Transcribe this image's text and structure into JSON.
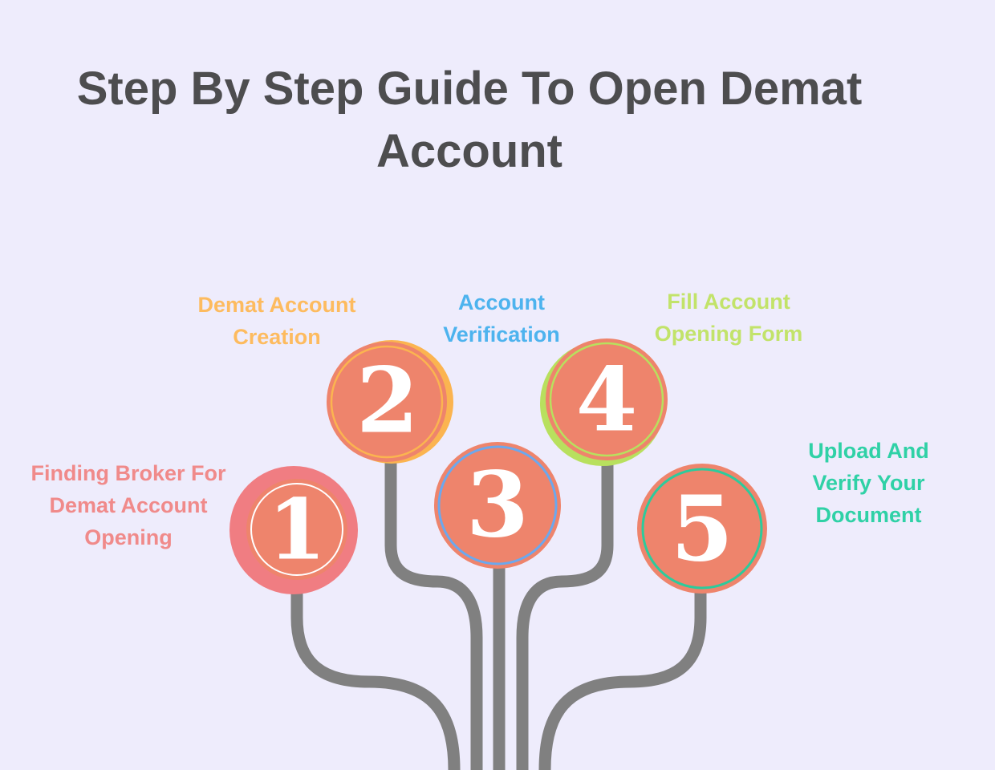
{
  "title": "Step By Step Guide To Open Demat Account",
  "colors": {
    "background": "#EEECFC",
    "title": "#4D4D4F",
    "circle_fill": "#EE846C",
    "stem": "#808080"
  },
  "steps": [
    {
      "number": "1",
      "label": "Finding Broker For Demat Account Opening",
      "color": "#F08A8A",
      "ring_color": "#F07D82"
    },
    {
      "number": "2",
      "label": "Demat Account Creation",
      "color": "#FDBB5F",
      "ring_color": "#FBB450"
    },
    {
      "number": "3",
      "label": "Account Verification",
      "color": "#4DB3EE",
      "ring_color": "#6BA8EE"
    },
    {
      "number": "4",
      "label": "Fill Account Opening Form",
      "color": "#C2E36A",
      "ring_color": "#B8E05E"
    },
    {
      "number": "5",
      "label": "Upload And Verify Your Document",
      "color": "#2FD1A6",
      "ring_color": "#2CCB9C"
    }
  ]
}
